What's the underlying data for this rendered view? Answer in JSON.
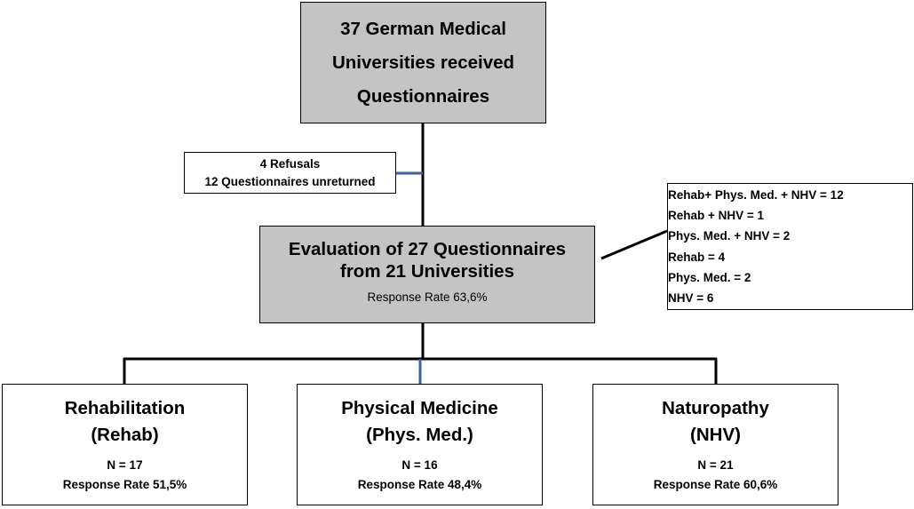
{
  "top": {
    "lines": [
      "37 German Medical",
      "Universities received",
      "Questionnaires"
    ]
  },
  "excluded": {
    "lines": [
      "4  Refusals",
      "12 Questionnaires unreturned"
    ]
  },
  "evaluation": {
    "lines": [
      "Evaluation of 27 Questionnaires",
      "from 21 Universities"
    ],
    "response_rate": "Response  Rate 63,6%"
  },
  "combinations": {
    "lines": [
      "Rehab+ Phys.  Med. + NHV = 12",
      "Rehab + NHV = 1",
      "Phys. Med. + NHV = 2",
      "Rehab = 4",
      "Phys. Med. = 2",
      "NHV = 6"
    ]
  },
  "departments": [
    {
      "title": "Rehabilitation",
      "abbr": "(Rehab)",
      "n": "N = 17",
      "response_rate": "Response  Rate 51,5%"
    },
    {
      "title": "Physical Medicine",
      "abbr": "(Phys. Med.)",
      "n": "N = 16",
      "response_rate": "Response  Rate 48,4%"
    },
    {
      "title": "Naturopathy",
      "abbr": "(NHV)",
      "n": "N = 21",
      "response_rate": "Response  Rate 60,6%"
    }
  ],
  "colors": {
    "box_fill_gray": "#c4c4c4",
    "connector_black": "#000000",
    "connector_blue": "#3a64a0"
  }
}
